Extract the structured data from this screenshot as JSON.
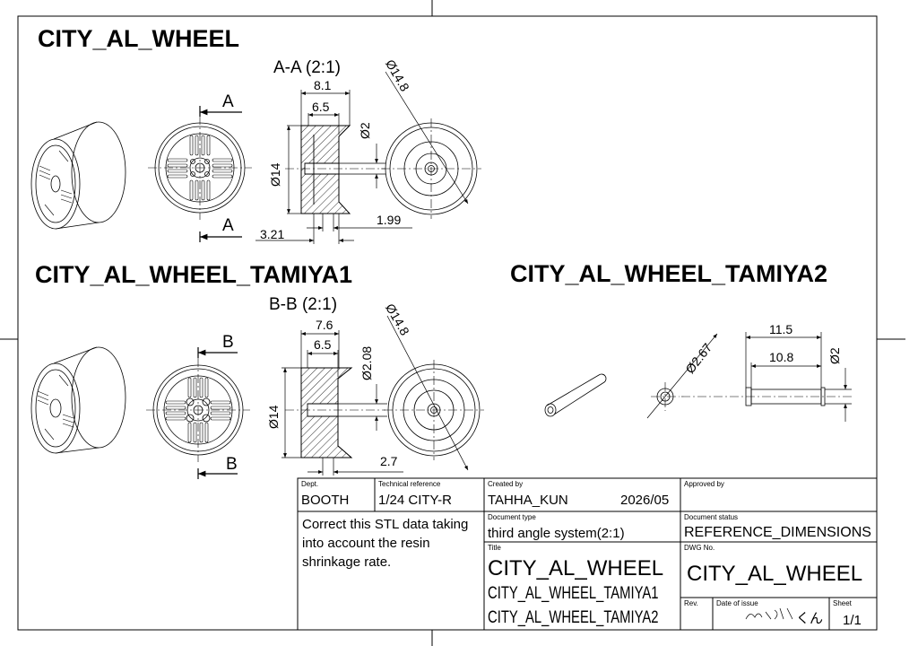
{
  "headings": {
    "wheel": "CITY_AL_WHEEL",
    "tamiya1": "CITY_AL_WHEEL_TAMIYA1",
    "tamiya2": "CITY_AL_WHEEL_TAMIYA2"
  },
  "sections": {
    "a": "A-A (2:1)",
    "b": "B-B (2:1)"
  },
  "cut_labels": {
    "a": "A",
    "b": "B"
  },
  "dimensions": {
    "a_width_outer": "8.1",
    "a_width_inner": "6.5",
    "a_bore": "Ø2",
    "a_diameter_outer": "Ø14.8",
    "a_diameter": "Ø14",
    "a_offset": "3.21",
    "a_hub": "1.99",
    "b_width_outer": "7.6",
    "b_width_inner": "6.5",
    "b_bore": "Ø2.08",
    "b_diameter_outer": "Ø14.8",
    "b_diameter": "Ø14",
    "b_offset": "2.7",
    "shaft_dia": "Ø2.67",
    "shaft_len_outer": "11.5",
    "shaft_len_inner": "10.8",
    "shaft_bore": "Ø2"
  },
  "title_block": {
    "dept_label": "Dept.",
    "dept": "BOOTH",
    "tech_ref_label": "Technical reference",
    "tech_ref": "1/24 CITY-R",
    "created_by_label": "Created by",
    "created_by": "TAHHA_KUN",
    "date": "2026/05",
    "approved_by_label": "Approved by",
    "approved_by": "",
    "note": "Correct this STL data taking into account the resin shrinkage rate.",
    "doc_type_label": "Document type",
    "doc_type": "third angle system(2:1)",
    "doc_status_label": "Document status",
    "doc_status": "REFERENCE_DIMENSIONS",
    "title_label": "Title",
    "title_1": "CITY_AL_WHEEL",
    "title_2": "CITY_AL_WHEEL_TAMIYA1",
    "title_3": "CITY_AL_WHEEL_TAMIYA2",
    "dwg_no_label": "DWG No.",
    "dwg_no": "CITY_AL_WHEEL",
    "rev_label": "Rev.",
    "date_issue_label": "Date of issue",
    "signature_suffix": "くん",
    "sheet_label": "Sheet",
    "sheet": "1/1"
  }
}
